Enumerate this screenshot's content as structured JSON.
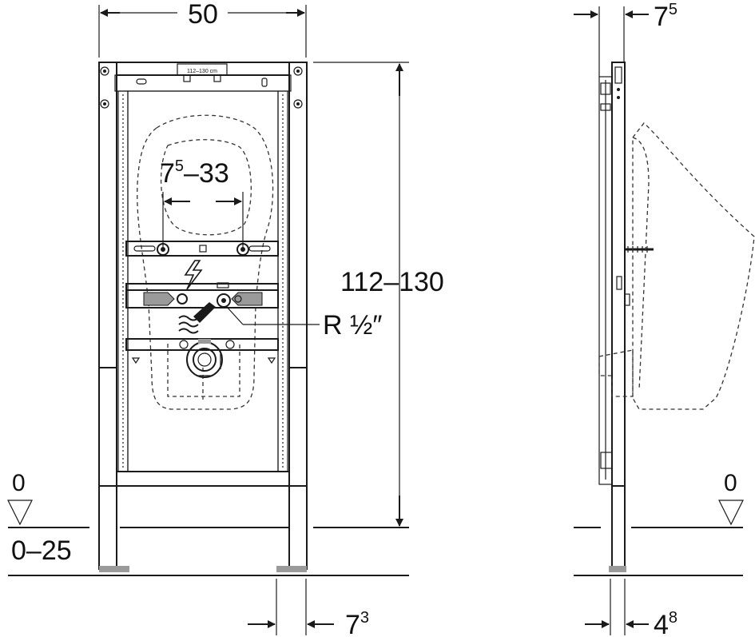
{
  "front_view": {
    "width_label": "50",
    "slot_label": "112–130 cm",
    "range_base": "7",
    "range_sup": "5",
    "range_rest": "–33",
    "height_label": "112–130",
    "thread_label": "R ½″",
    "floor_level": "0",
    "floor_range": "0–25",
    "foot_base": "7",
    "foot_sup": "3"
  },
  "side_view": {
    "top_base": "7",
    "top_sup": "5",
    "floor_level": "0",
    "foot_base": "4",
    "foot_sup": "8"
  },
  "icons": [
    "electric-bolt-icon",
    "water-waves-icon",
    "level-triangle-icon"
  ],
  "colors": {
    "line": "#1a1a1a",
    "fill_gray": "#9a9a9a"
  }
}
